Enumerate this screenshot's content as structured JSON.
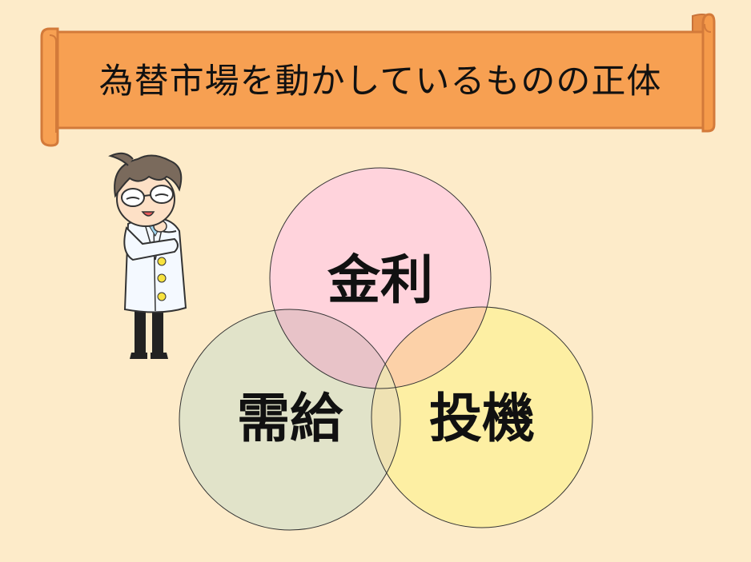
{
  "title": "為替市場を動かしているものの正体",
  "venn": {
    "circles": [
      {
        "label": "金利",
        "color": "#ffd3dc"
      },
      {
        "label": "需給",
        "color": "#e1e3c9"
      },
      {
        "label": "投機",
        "color": "#fdefa3"
      }
    ],
    "overlap_color": "#e8c3c8"
  },
  "colors": {
    "background": "#fdebc9",
    "banner": "#f7a052",
    "banner_border": "#d37a3a"
  },
  "character": {
    "icon": "scientist-thinking-icon"
  }
}
